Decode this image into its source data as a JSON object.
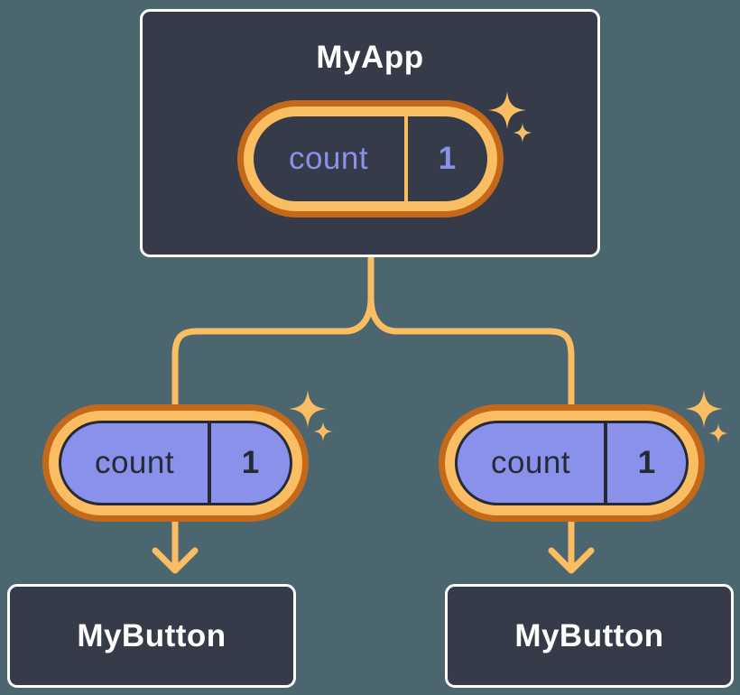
{
  "colors": {
    "background": "#4C6670",
    "box-fill": "#353B48",
    "box-border": "#FFFFFF",
    "orange-dark": "#C4691A",
    "orange-light": "#FABD62",
    "periwinkle": "#8991EB",
    "ink": "#252A35",
    "text-light": "#FFFFFF"
  },
  "root_component": {
    "name": "MyApp",
    "state": {
      "key": "count",
      "value": "1"
    }
  },
  "child_components": [
    {
      "name": "MyButton",
      "state": {
        "key": "count",
        "value": "1"
      }
    },
    {
      "name": "MyButton",
      "state": {
        "key": "count",
        "value": "1"
      }
    }
  ]
}
